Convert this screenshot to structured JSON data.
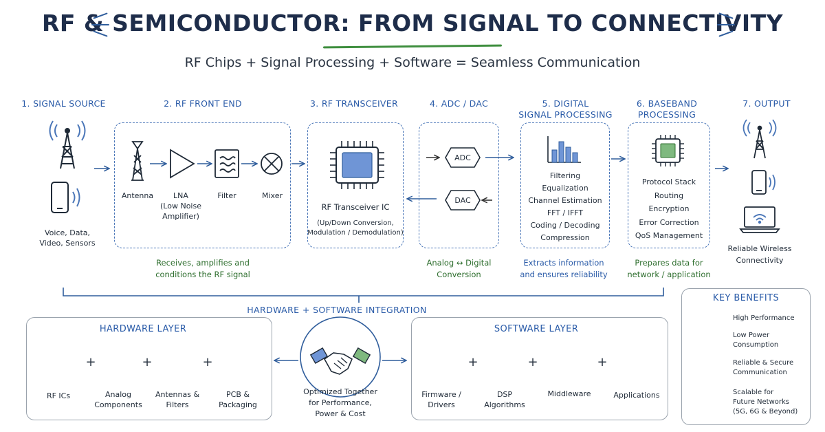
{
  "header": {
    "title": "RF & SEMICONDUCTOR: FROM SIGNAL TO CONNECTIVITY",
    "subtitle": "RF Chips + Signal Processing + Software = Seamless Communication"
  },
  "stages": {
    "s1": {
      "title": "1. SIGNAL SOURCE",
      "caption": [
        "Voice, Data,",
        "Video, Sensors"
      ]
    },
    "s2": {
      "title": "2. RF FRONT END",
      "components": {
        "antenna": "Antenna",
        "lna": [
          "LNA",
          "(Low Noise",
          "Amplifier)"
        ],
        "filter": "Filter",
        "mixer": "Mixer"
      },
      "note": [
        "Receives, amplifies and",
        "conditions the RF signal"
      ]
    },
    "s3": {
      "title": "3. RF TRANSCEIVER",
      "chip": "RF Transceiver IC",
      "details": [
        "(Up/Down Conversion,",
        "Modulation / Demodulation)"
      ]
    },
    "s4": {
      "title": "4. ADC / DAC",
      "adc": "ADC",
      "dac": "DAC",
      "note": [
        "Analog ↔ Digital",
        "Conversion"
      ]
    },
    "s5": {
      "title": [
        "5. DIGITAL",
        "SIGNAL PROCESSING"
      ],
      "items": [
        "Filtering",
        "Equalization",
        "Channel Estimation",
        "FFT / IFFT",
        "Coding / Decoding",
        "Compression"
      ],
      "note": [
        "Extracts information",
        "and ensures reliability"
      ]
    },
    "s6": {
      "title": [
        "6. BASEBAND",
        "PROCESSING"
      ],
      "items": [
        "Protocol Stack",
        "Routing",
        "Encryption",
        "Error Correction",
        "QoS Management"
      ],
      "note": [
        "Prepares data for",
        "network / application"
      ]
    },
    "s7": {
      "title": "7. OUTPUT",
      "caption": [
        "Reliable Wireless",
        "Connectivity"
      ]
    }
  },
  "integration": {
    "label": "HARDWARE + SOFTWARE INTEGRATION",
    "center": [
      "Optimized Together",
      "for Performance,",
      "Power & Cost"
    ]
  },
  "hardware": {
    "title": "HARDWARE LAYER",
    "items": [
      [
        "RF ICs"
      ],
      [
        "Analog",
        "Components"
      ],
      [
        "Antennas &",
        "Filters"
      ],
      [
        "PCB &",
        "Packaging"
      ]
    ]
  },
  "software": {
    "title": "SOFTWARE LAYER",
    "items": [
      [
        "Firmware /",
        "Drivers"
      ],
      [
        "DSP",
        "Algorithms"
      ],
      [
        "Middleware"
      ],
      [
        "Applications"
      ]
    ]
  },
  "benefits": {
    "title": "KEY BENEFITS",
    "items": [
      {
        "icon": "gauge-icon",
        "text": [
          "High Performance"
        ]
      },
      {
        "icon": "battery-icon",
        "text": [
          "Low Power",
          "Consumption"
        ]
      },
      {
        "icon": "shield-check-icon",
        "text": [
          "Reliable & Secure",
          "Communication"
        ]
      },
      {
        "icon": "growth-chart-icon",
        "text": [
          "Scalable for",
          "Future Networks",
          "(5G, 6G & Beyond)"
        ]
      }
    ]
  },
  "colors": {
    "accent_blue": "#2a5ba8",
    "accent_green": "#2e6e2e",
    "chip_blue": "#6f95d6",
    "chip_green": "#7fb97f"
  }
}
